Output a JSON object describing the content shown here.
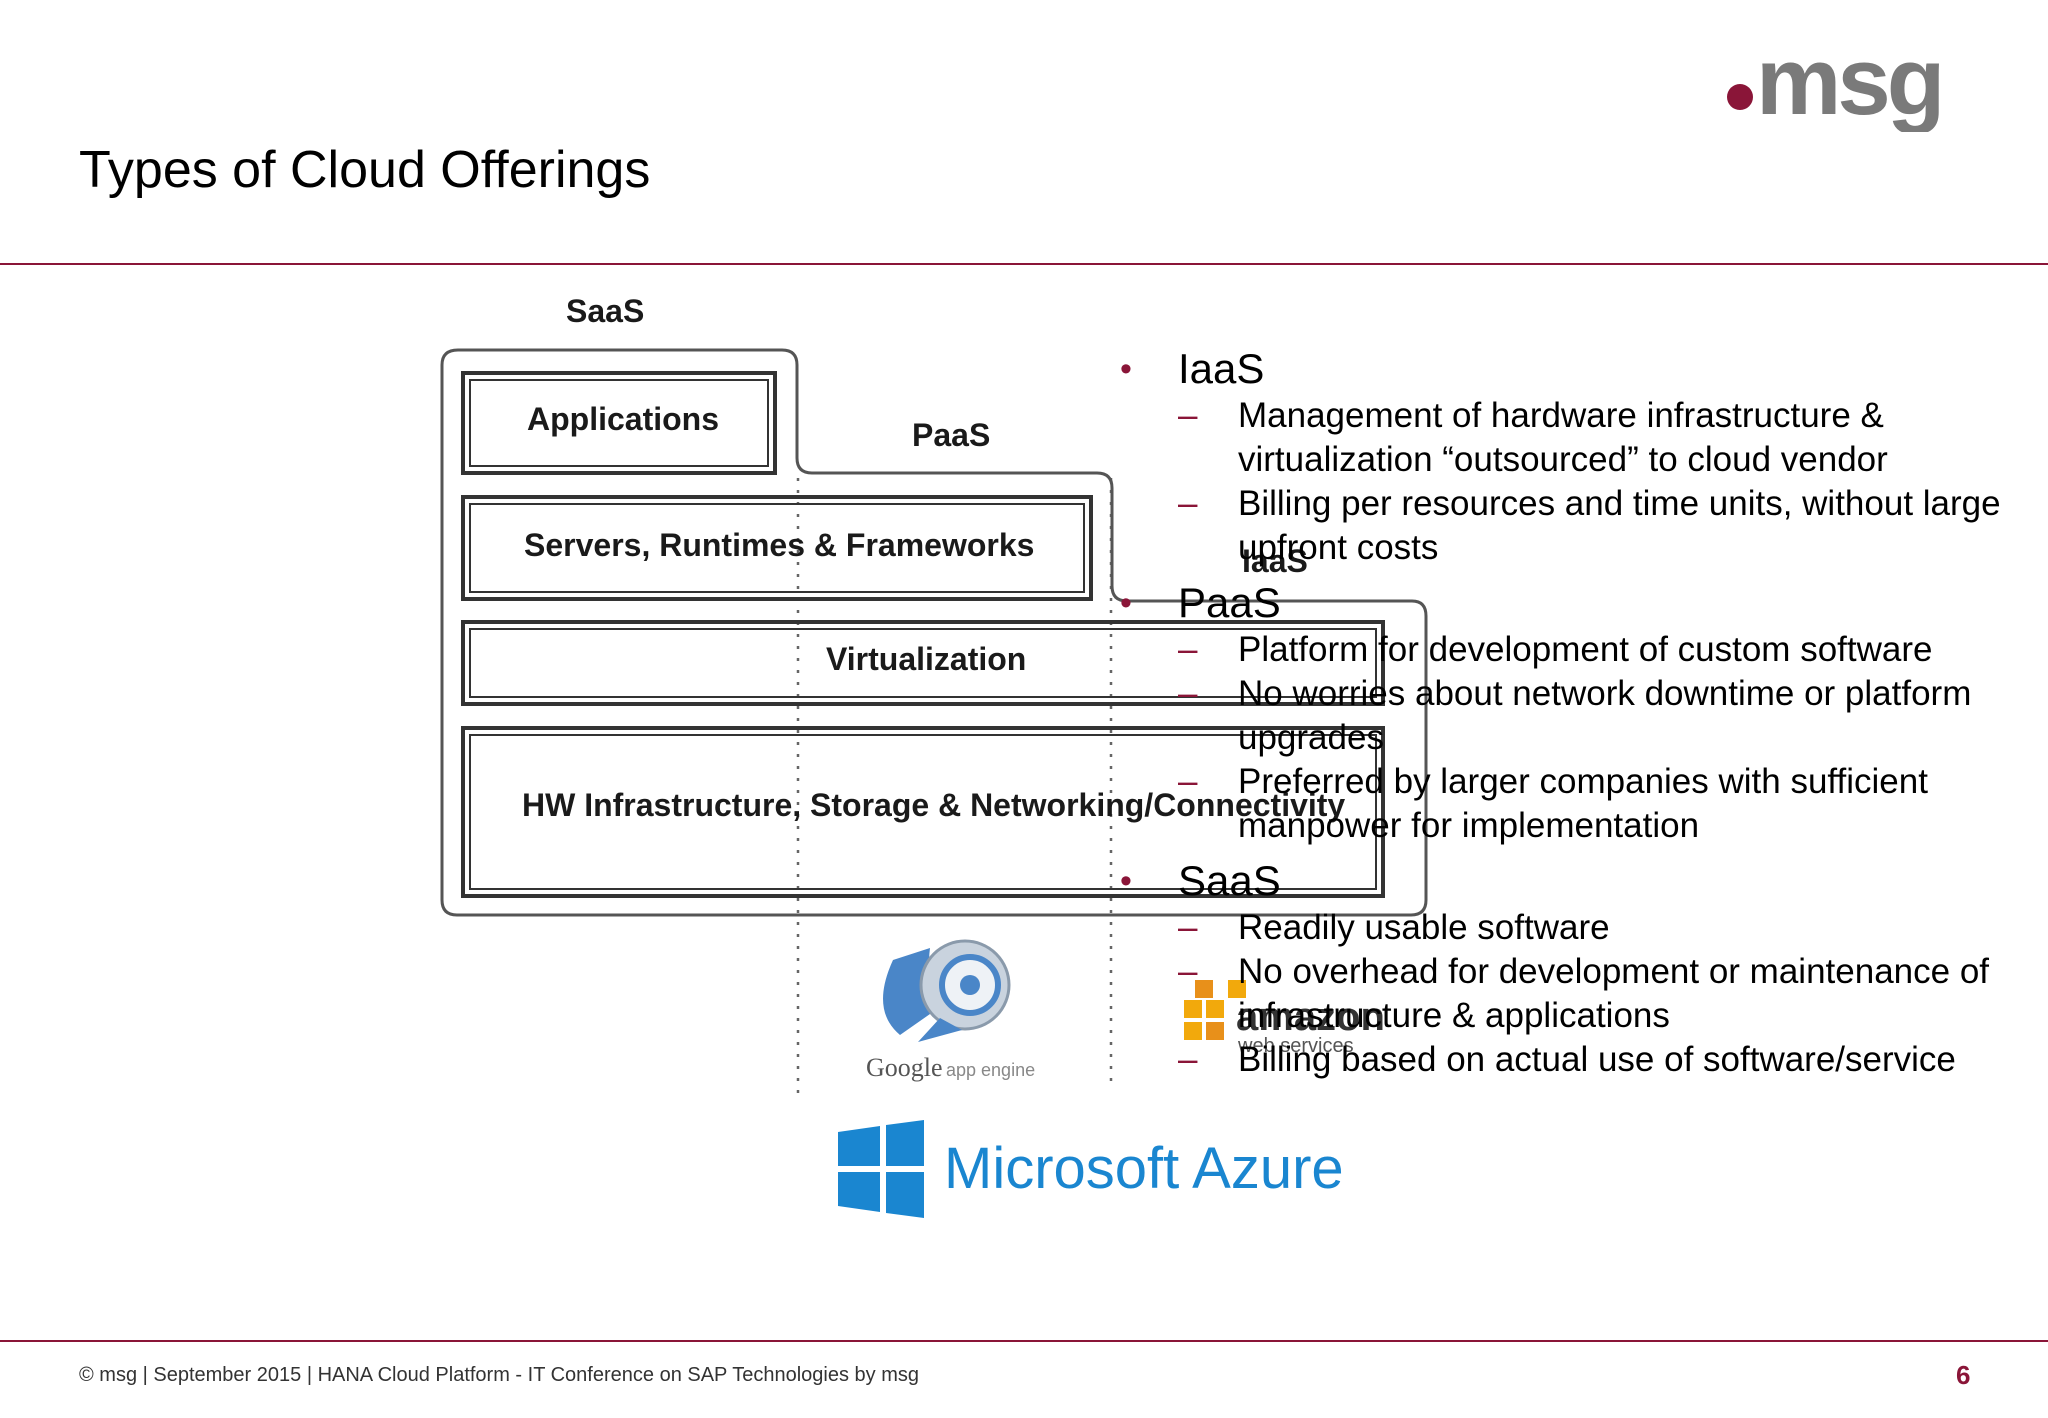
{
  "slide": {
    "title": "Types of Cloud Offerings",
    "logo_text": "msg",
    "accent_color": "#8a1538"
  },
  "diagram": {
    "label_saas": "SaaS",
    "label_paas": "PaaS",
    "label_iaas": "IaaS",
    "layer_applications": "Applications",
    "layer_servers": "Servers, Runtimes & Frameworks",
    "layer_virtualization": "Virtualization",
    "layer_hw": "HW Infrastructure, Storage & Networking/Connectivity",
    "google_logo_text": "Google",
    "google_logo_sub": "app engine",
    "amazon_logo_text": "amazon",
    "amazon_logo_sub": "web services",
    "azure_logo_text": "Microsoft Azure"
  },
  "bullets": {
    "iaas": {
      "heading": "IaaS",
      "items": [
        "Management of hardware infrastructure & virtualization “outsourced” to cloud vendor",
        "Billing per resources and time units, without large upfront costs"
      ]
    },
    "paas": {
      "heading": "PaaS",
      "items": [
        "Platform for development of custom software",
        "No worries about network downtime or platform upgrades",
        "Preferred by larger companies with sufficient manpower for implementation"
      ]
    },
    "saas": {
      "heading": "SaaS",
      "items": [
        "Readily usable software",
        "No overhead for development or maintenance of infrastructure & applications",
        "Billing based on actual use of software/service"
      ]
    },
    "level1_marker": "•",
    "level2_marker": "–"
  },
  "footer": {
    "text": "© msg | September 2015 | HANA Cloud Platform - IT Conference on SAP Technologies by msg",
    "page_number": "6"
  }
}
